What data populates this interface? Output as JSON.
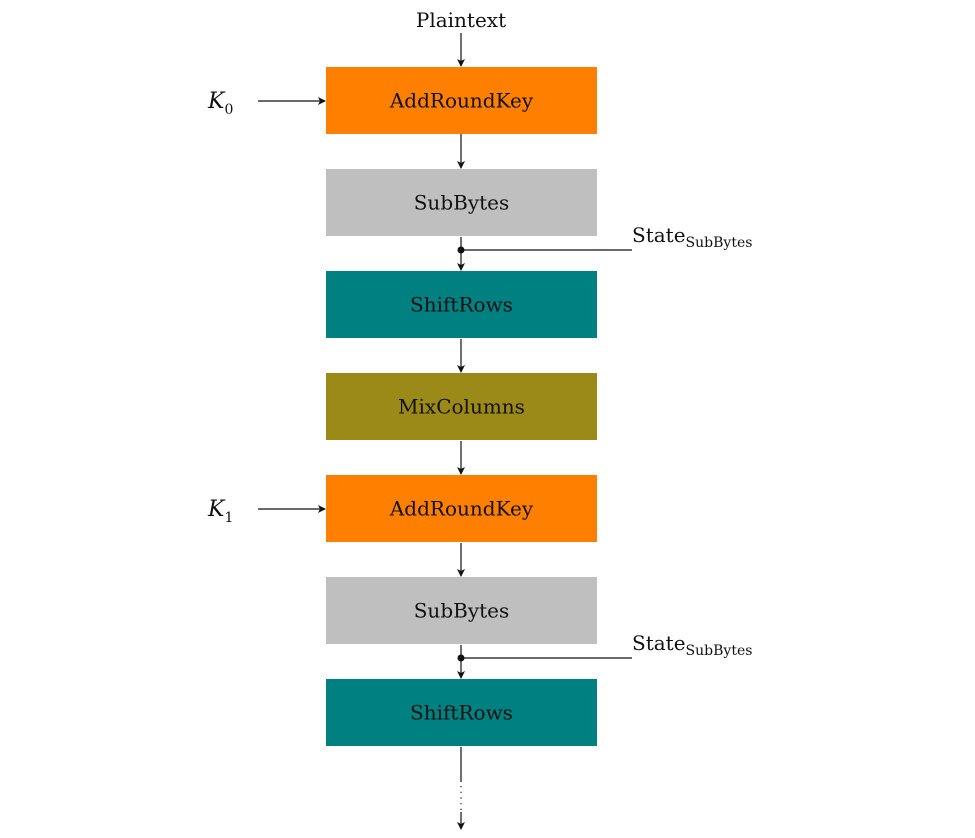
{
  "input_label": "Plaintext",
  "keys": [
    {
      "symbol": "K",
      "subscript": "0"
    },
    {
      "symbol": "K",
      "subscript": "1"
    }
  ],
  "steps": [
    {
      "label": "AddRoundKey",
      "color": "#ff8000"
    },
    {
      "label": "SubBytes",
      "color": "#bfbfbf"
    },
    {
      "label": "ShiftRows",
      "color": "#008080"
    },
    {
      "label": "MixColumns",
      "color": "#9b8a17"
    },
    {
      "label": "AddRoundKey",
      "color": "#ff8000"
    },
    {
      "label": "SubBytes",
      "color": "#bfbfbf"
    },
    {
      "label": "ShiftRows",
      "color": "#008080"
    }
  ],
  "taps": [
    {
      "main": "State",
      "subscript": "SubBytes"
    },
    {
      "main": "State",
      "subscript": "SubBytes"
    }
  ]
}
